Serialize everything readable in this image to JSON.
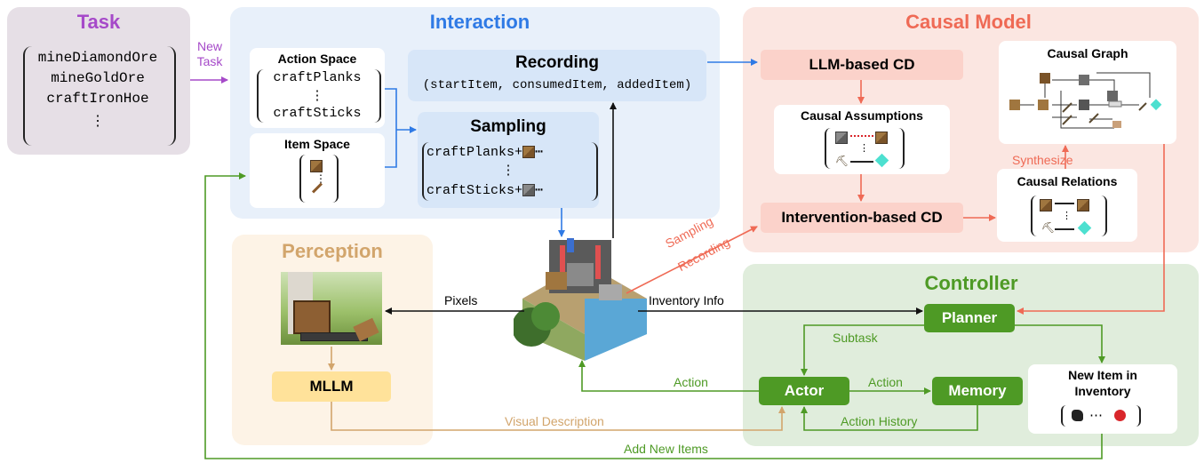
{
  "task": {
    "title": "Task",
    "items": [
      "mineDiamondOre",
      "mineGoldOre",
      "craftIronHoe",
      "⋮"
    ],
    "new_task_label": "New\nTask"
  },
  "interaction": {
    "title": "Interaction",
    "action_space": {
      "title": "Action Space",
      "items": [
        "craftPlanks",
        "⋮",
        "craftSticks"
      ]
    },
    "item_space": {
      "title": "Item Space"
    },
    "recording": {
      "title": "Recording",
      "tuple": "(startItem, consumedItem, addedItem)"
    },
    "sampling": {
      "title": "Sampling",
      "rows": [
        "craftPlanks+",
        "⋮",
        "craftSticks+"
      ],
      "ellipsis": "⋯"
    }
  },
  "causal_model": {
    "title": "Causal Model",
    "llm_cd": "LLM-based CD",
    "causal_assumptions": "Causal Assumptions",
    "intervention_cd": "Intervention-based CD",
    "causal_relations": "Causal Relations",
    "causal_graph": "Causal Graph",
    "synthesize": "Synthesize"
  },
  "perception": {
    "title": "Perception",
    "mllm": "MLLM"
  },
  "controller": {
    "title": "Controller",
    "planner": "Planner",
    "actor": "Actor",
    "memory": "Memory",
    "new_item": "New Item in Inventory",
    "new_item_ellipsis": "⋯"
  },
  "edges": {
    "pixels": "Pixels",
    "inventory_info": "Inventory Info",
    "sampling": "Sampling",
    "recording": "Recording",
    "subtask": "Subtask",
    "action_to_env": "Action",
    "action_to_memory": "Action",
    "action_history": "Action History",
    "visual_description": "Visual Description",
    "add_new_items": "Add New Items"
  },
  "colors": {
    "task": "#a64ac9",
    "interaction": "#2f7ae5",
    "causal": "#ef6a55",
    "perception": "#d2a56c",
    "controller": "#4e9a25",
    "mllm_fill": "#ffe29a"
  }
}
